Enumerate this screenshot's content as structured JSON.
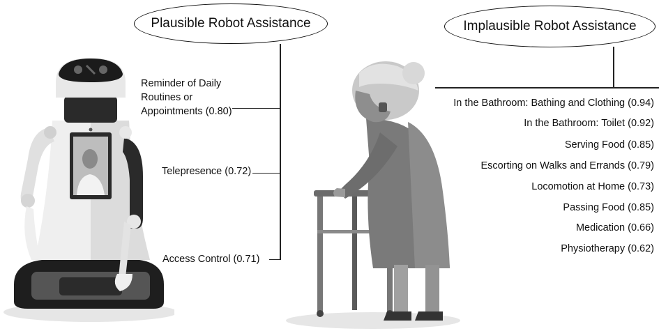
{
  "plausible": {
    "title": "Plausible Robot Assistance",
    "items": [
      {
        "label": "Reminder of Daily\nRoutines or\nAppointments (0.80)"
      },
      {
        "label": "Telepresence (0.72)"
      },
      {
        "label": "Access Control (0.71)"
      }
    ]
  },
  "implausible": {
    "title": "Implausible Robot Assistance",
    "items": [
      {
        "label": "In the Bathroom: Bathing and Clothing (0.94)"
      },
      {
        "label": "In the Bathroom: Toilet (0.92)"
      },
      {
        "label": "Serving Food (0.85)"
      },
      {
        "label": "Escorting on Walks and Errands (0.79)"
      },
      {
        "label": "Locomotion at Home (0.73)"
      },
      {
        "label": "Passing Food (0.85)"
      },
      {
        "label": "Medication (0.66)"
      },
      {
        "label": "Physiotherapy (0.62)"
      }
    ]
  }
}
